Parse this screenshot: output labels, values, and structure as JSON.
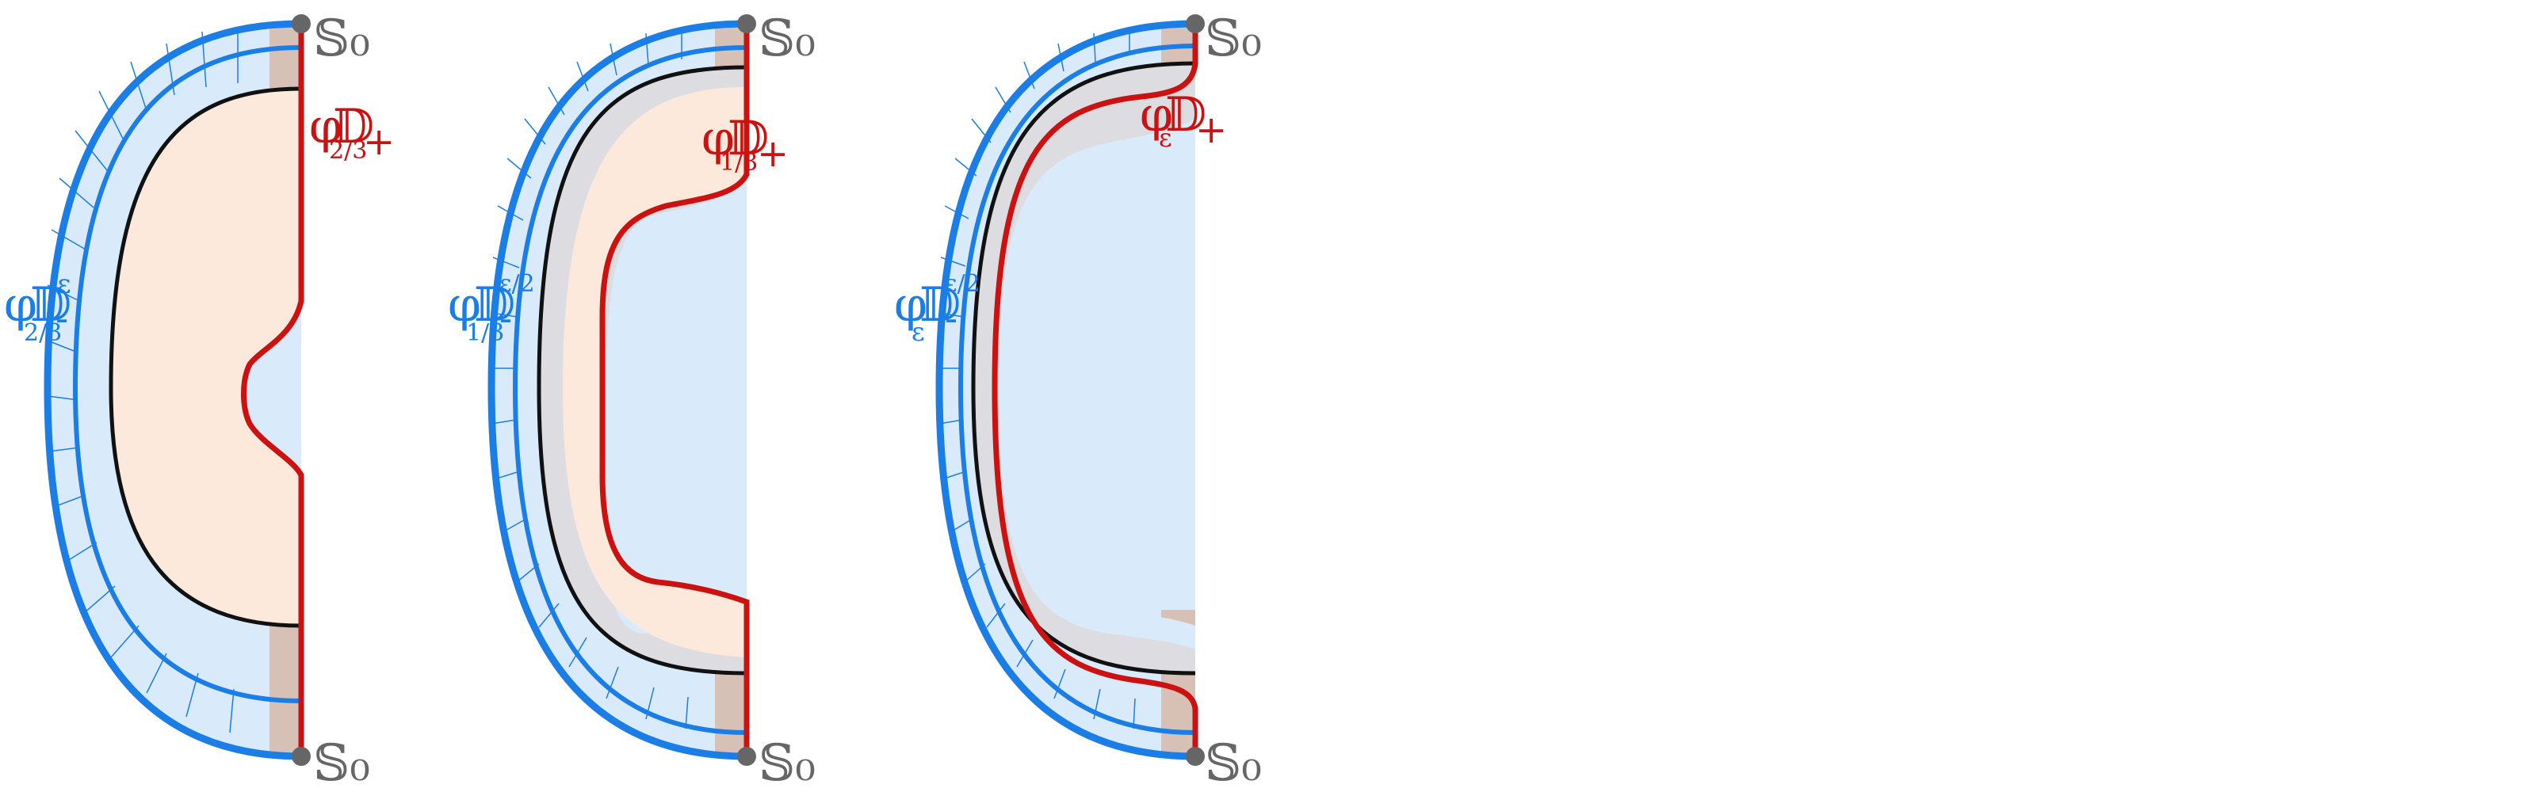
{
  "panels": [
    {
      "top_label": "𝕊₀",
      "bottom_label": "𝕊₀",
      "plus_phi": "φ",
      "plus_sub": "2/3",
      "plus_D": "𝔻",
      "plus_sign": "+",
      "minus_phi": "φ",
      "minus_sub": "2/3",
      "minus_D": "𝔻",
      "minus_sign": "-",
      "minus_sup": "ε"
    },
    {
      "top_label": "𝕊₀",
      "bottom_label": "𝕊₀",
      "plus_phi": "φ",
      "plus_sub": "1/3",
      "plus_D": "𝔻",
      "plus_sign": "+",
      "minus_phi": "φ",
      "minus_sub": "1/3",
      "minus_D": "𝔻",
      "minus_sign": "-",
      "minus_sup": "ε/2"
    },
    {
      "top_label": "𝕊₀",
      "bottom_label": "𝕊₀",
      "plus_phi": "φ",
      "plus_sub": "ε",
      "plus_D": "𝔻",
      "plus_sign": "+",
      "minus_phi": "φ",
      "minus_sub": "ε",
      "minus_D": "𝔻",
      "minus_sign": "-",
      "minus_sup": "ε/2"
    }
  ],
  "colors": {
    "blue": "#1a7ee6",
    "blue_fill": "#d9eafb",
    "red": "#cc1111",
    "black": "#111111",
    "peach_fill": "#fde9dc",
    "gray_fill": "#dddde1",
    "brown_fill": "#d7c0b6",
    "gray_point": "#666666"
  }
}
